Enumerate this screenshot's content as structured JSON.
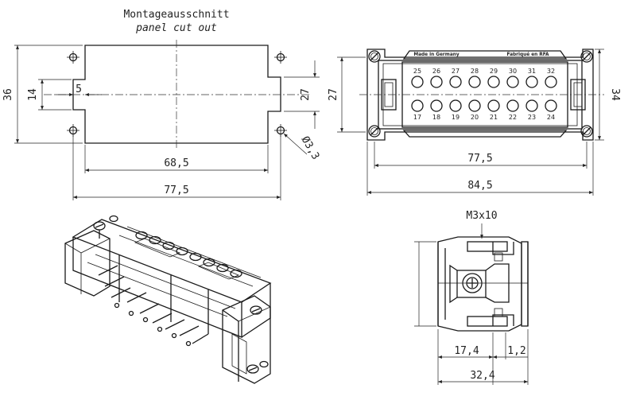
{
  "title": {
    "de": "Montageausschnitt",
    "en": "panel cut out"
  },
  "cutout": {
    "height_label": "36",
    "spacing_label": "14",
    "offset_label": "5",
    "inner_height_label": "27",
    "hole_label": "Ø3,3",
    "width_label": "68,5",
    "overall_label": "77,5"
  },
  "front": {
    "made_label": "Made in Germany",
    "fab_label": "Fabriqué en RFA",
    "height_label": "27",
    "side_label": "34",
    "inner_width_label": "77,5",
    "outer_width_label": "84,5",
    "top_numbers": [
      "25",
      "26",
      "27",
      "28",
      "29",
      "30",
      "31",
      "32"
    ],
    "bottom_numbers": [
      "17",
      "18",
      "19",
      "20",
      "21",
      "22",
      "23",
      "24"
    ]
  },
  "side": {
    "screw_label": "M3x10",
    "left_label": "17,4",
    "right_label": "1,2",
    "total_label": "32,4"
  }
}
